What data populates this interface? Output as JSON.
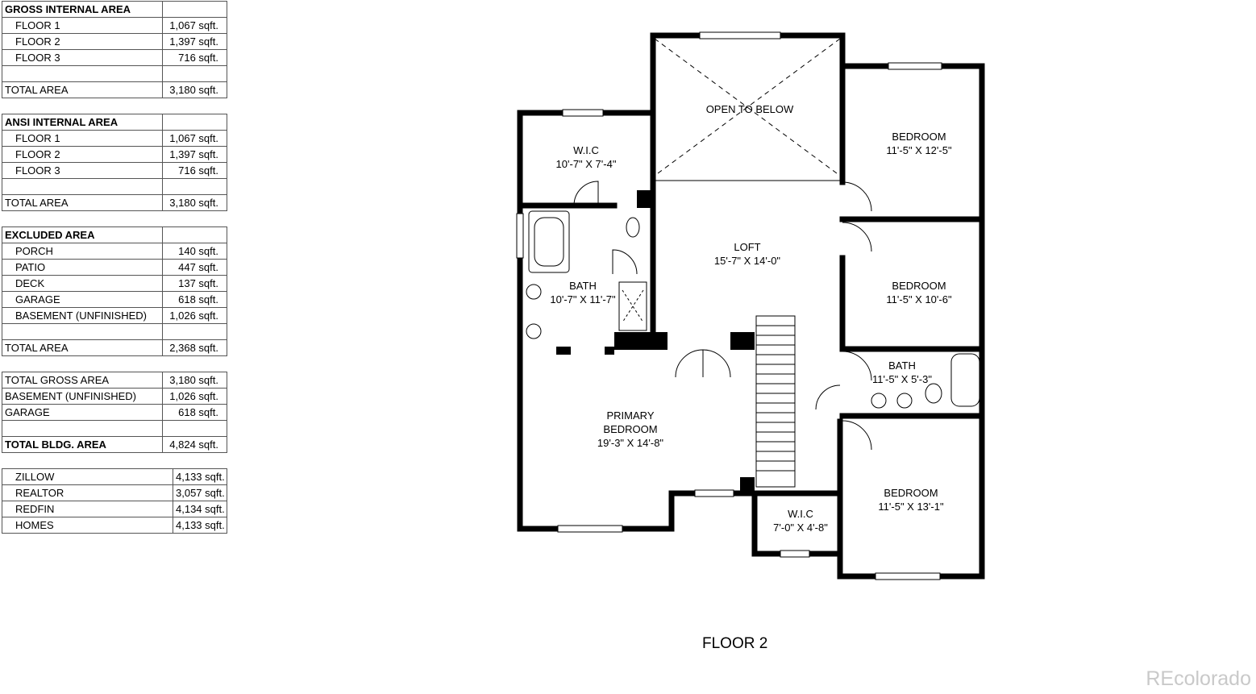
{
  "area_tables": [
    {
      "header": "GROSS INTERNAL AREA",
      "rows": [
        {
          "label": "FLOOR 1",
          "value": "1,067 sqft."
        },
        {
          "label": "FLOOR 2",
          "value": "1,397 sqft."
        },
        {
          "label": "FLOOR 3",
          "value": "716 sqft."
        },
        {
          "label": "",
          "value": ""
        },
        {
          "label": "TOTAL AREA",
          "value": "3,180 sqft."
        }
      ]
    },
    {
      "header": "ANSI INTERNAL AREA",
      "rows": [
        {
          "label": "FLOOR 1",
          "value": "1,067 sqft."
        },
        {
          "label": "FLOOR 2",
          "value": "1,397 sqft."
        },
        {
          "label": "FLOOR 3",
          "value": "716 sqft."
        },
        {
          "label": "",
          "value": ""
        },
        {
          "label": "TOTAL AREA",
          "value": "3,180 sqft."
        }
      ]
    },
    {
      "header": "EXCLUDED AREA",
      "rows": [
        {
          "label": "PORCH",
          "value": "140 sqft."
        },
        {
          "label": "PATIO",
          "value": "447 sqft."
        },
        {
          "label": "DECK",
          "value": "137 sqft."
        },
        {
          "label": "GARAGE",
          "value": "618 sqft."
        },
        {
          "label": "BASEMENT (UNFINISHED)",
          "value": "1,026 sqft."
        },
        {
          "label": "",
          "value": ""
        },
        {
          "label": "TOTAL AREA",
          "value": "2,368 sqft."
        }
      ]
    },
    {
      "rows": [
        {
          "label": "TOTAL GROSS AREA",
          "value": "3,180 sqft."
        },
        {
          "label": "BASEMENT (UNFINISHED)",
          "value": "1,026 sqft."
        },
        {
          "label": "GARAGE",
          "value": "618 sqft."
        },
        {
          "label": "",
          "value": ""
        },
        {
          "label": "TOTAL BLDG. AREA",
          "value": "4,824 sqft."
        }
      ]
    },
    {
      "rows": [
        {
          "label": "ZILLOW",
          "value": "4,133 sqft."
        },
        {
          "label": "REALTOR",
          "value": "3,057 sqft."
        },
        {
          "label": "REDFIN",
          "value": "4,134 sqft."
        },
        {
          "label": "HOMES",
          "value": "4,133 sqft."
        }
      ]
    }
  ],
  "rooms": {
    "open_to_below": "OPEN TO BELOW",
    "wic_1_name": "W.I.C",
    "wic_1_dim": "10'-7\" X 7'-4\"",
    "bath_1_name": "BATH",
    "bath_1_dim": "10'-7\" X 11'-7\"",
    "loft_name": "LOFT",
    "loft_dim": "15'-7\" X 14'-0\"",
    "bedroom_1_name": "BEDROOM",
    "bedroom_1_dim": "11'-5\" X 12'-5\"",
    "bedroom_2_name": "BEDROOM",
    "bedroom_2_dim": "11'-5\" X 10'-6\"",
    "bath_2_name": "BATH",
    "bath_2_dim": "11'-5\" X 5'-3\"",
    "primary_name_1": "PRIMARY",
    "primary_name_2": "BEDROOM",
    "primary_dim": "19'-3\" X 14'-8\"",
    "bedroom_3_name": "BEDROOM",
    "bedroom_3_dim": "11'-5\" X 13'-1\"",
    "wic_2_name": "W.I.C",
    "wic_2_dim": "7'-0\" X 4'-8\""
  },
  "floor_title": "FLOOR 2",
  "watermark": "REcolorado"
}
